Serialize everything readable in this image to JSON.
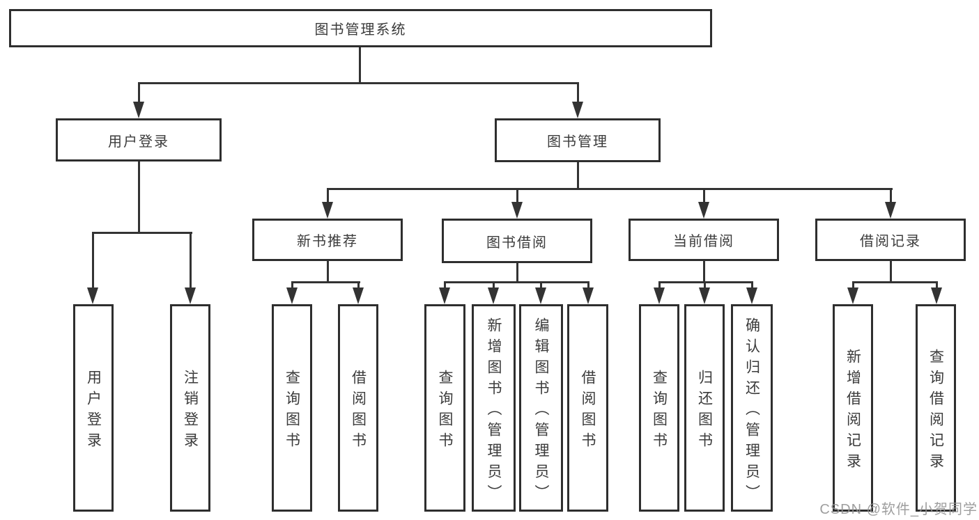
{
  "diagram": {
    "colors": {
      "line": "#333333",
      "border": "#2e2e2e",
      "text": "#3b3b3b",
      "background": "#ffffff",
      "watermark": "#949494"
    },
    "root": {
      "label": "图书管理系统"
    },
    "level1": [
      {
        "label": "用户登录"
      },
      {
        "label": "图书管理"
      }
    ],
    "level2": [
      {
        "label": "新书推荐"
      },
      {
        "label": "图书借阅"
      },
      {
        "label": "当前借阅"
      },
      {
        "label": "借阅记录"
      }
    ],
    "leaves": {
      "user_login": [
        {
          "label": "用户登录"
        },
        {
          "label": "注销登录"
        }
      ],
      "new_book": [
        {
          "label": "查询图书"
        },
        {
          "label": "借阅图书"
        }
      ],
      "book_borrow": [
        {
          "label": "查询图书"
        },
        {
          "label": "新增图书（管理员）"
        },
        {
          "label": "编辑图书（管理员）"
        },
        {
          "label": "借阅图书"
        }
      ],
      "current_borrow": [
        {
          "label": "查询图书"
        },
        {
          "label": "归还图书"
        },
        {
          "label": "确认归还（管理员）"
        }
      ],
      "borrow_record": [
        {
          "label": "新增借阅记录"
        },
        {
          "label": "查询借阅记录"
        }
      ]
    },
    "watermark": "CSDN @软件_小贺同学"
  }
}
